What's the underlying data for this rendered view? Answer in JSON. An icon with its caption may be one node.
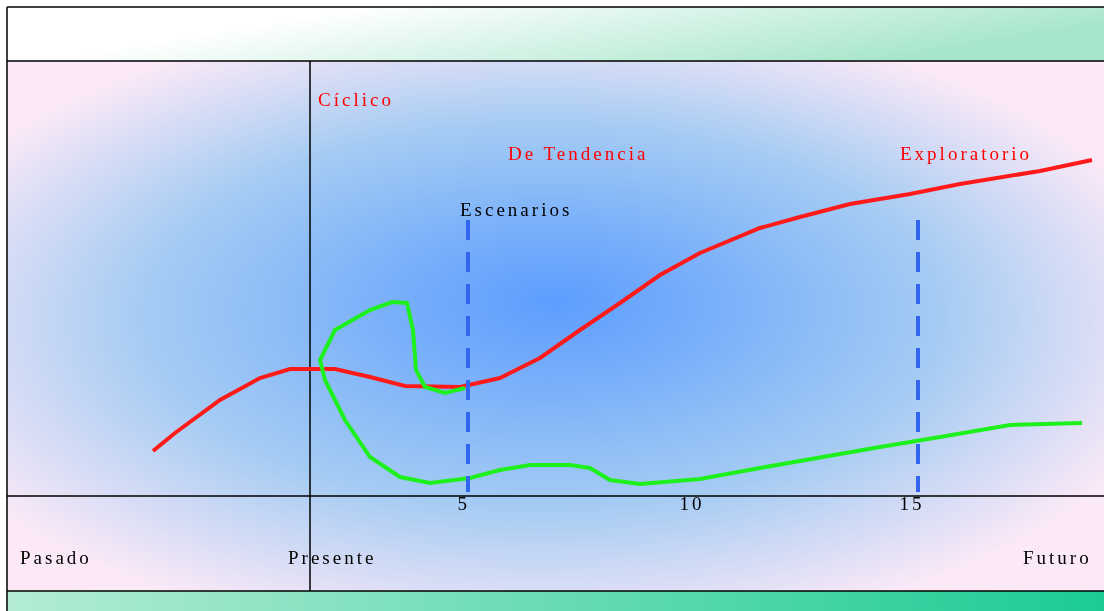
{
  "diagram": {
    "labels": [
      "Cíclico",
      "De Tendencia",
      "Exploratorio",
      "Escenarios",
      "5",
      "10",
      "15",
      "Pasado",
      "Presente",
      "Futuro"
    ]
  }
}
